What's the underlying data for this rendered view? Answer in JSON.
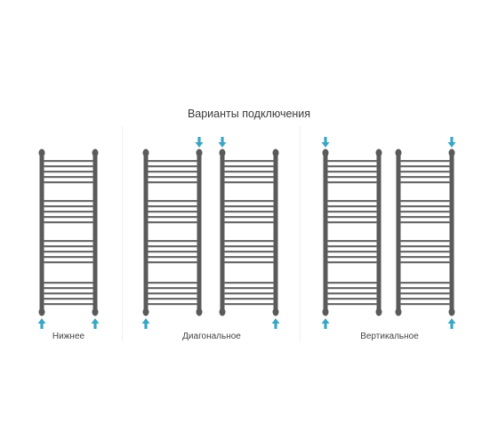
{
  "title": "Варианты подключения",
  "groups": [
    {
      "label": "Нижнее"
    },
    {
      "label": "Диагональное"
    },
    {
      "label": "Вертикальное"
    }
  ],
  "colors": {
    "rail": "#5a5a5a",
    "arrow": "#3aa6c4",
    "divider": "#efefef"
  },
  "icons": {
    "arrow_up": "arrow-up-icon",
    "arrow_down": "arrow-down-icon"
  }
}
